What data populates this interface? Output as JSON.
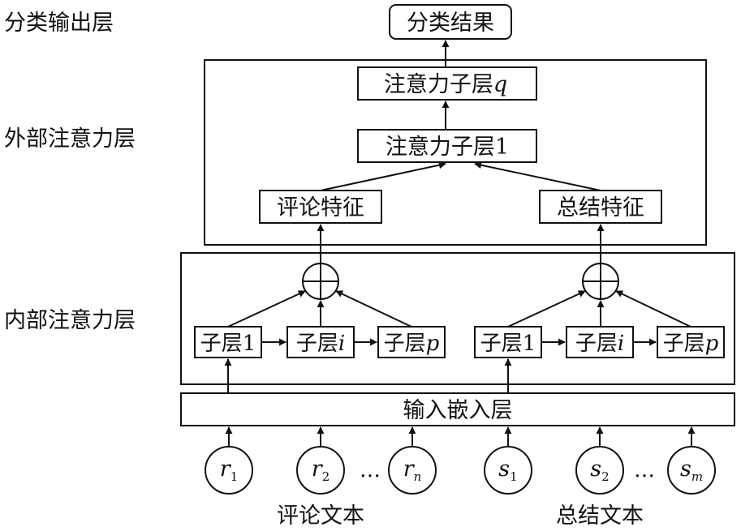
{
  "layers": {
    "classification_output": "分类输出层",
    "outer_attention": "外部注意力层",
    "inner_attention": "内部注意力层"
  },
  "nodes": {
    "result": "分类结果",
    "attn_sublayer_q": {
      "text": "注意力子层",
      "var": "q"
    },
    "attn_sublayer_1": "注意力子层1",
    "review_feature": "评论特征",
    "summary_feature": "总结特征",
    "input_embedding": "输入嵌入层"
  },
  "sublayers": {
    "review": [
      {
        "text": "子层",
        "suffix": "1",
        "italic": false
      },
      {
        "text": "子层",
        "suffix": "i",
        "italic": true
      },
      {
        "text": "子层",
        "suffix": "p",
        "italic": true
      }
    ],
    "summary": [
      {
        "text": "子层",
        "suffix": "1",
        "italic": false
      },
      {
        "text": "子层",
        "suffix": "i",
        "italic": true
      },
      {
        "text": "子层",
        "suffix": "p",
        "italic": true
      }
    ]
  },
  "tokens": {
    "review": [
      {
        "var": "r",
        "sub": "1"
      },
      {
        "var": "r",
        "sub": "2"
      },
      {
        "var": "r",
        "sub": "n"
      }
    ],
    "summary": [
      {
        "var": "s",
        "sub": "1"
      },
      {
        "var": "s",
        "sub": "2"
      },
      {
        "var": "s",
        "sub": "m"
      }
    ],
    "ellipsis": "…"
  },
  "captions": {
    "review_text": "评论文本",
    "summary_text": "总结文本"
  }
}
